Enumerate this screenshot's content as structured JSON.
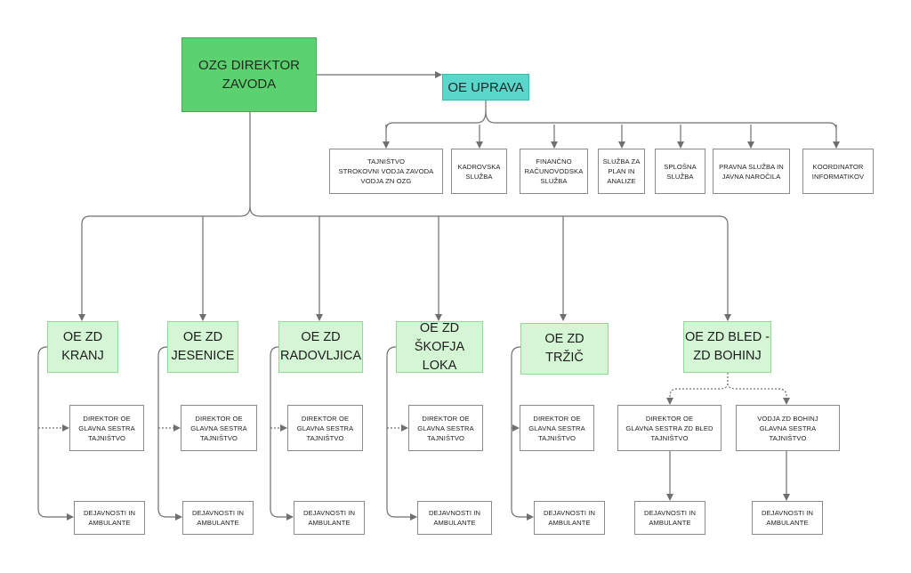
{
  "director": {
    "label": "OZG DIREKTOR\nZAVODA",
    "color": "#5cd16f"
  },
  "uprava": {
    "label": "OE UPRAVA",
    "color": "#5ad6cb"
  },
  "services": [
    {
      "label": "TAJNIŠTVO\nSTROKOVNI VODJA ZAVODA\nVODJA ZN OZG"
    },
    {
      "label": "KADROVSKA\nSLUŽBA"
    },
    {
      "label": "FINANČNO\nRAČUNOVODSKA\nSLUŽBA"
    },
    {
      "label": "SLUŽBA ZA\nPLAN IN\nANALIZE"
    },
    {
      "label": "SPLOŠNA\nSLUŽBA"
    },
    {
      "label": "PRAVNA SLUŽBA IN\nJAVNA NAROČILA"
    },
    {
      "label": "KOORDINATOR\nINFORMATIKOV"
    }
  ],
  "units": [
    {
      "label": "OE ZD\nKRANJ",
      "management": "DIREKTOR OE\nGLAVNA SESTRA\nTAJNIŠTVO",
      "activities": "DEJAVNOSTI IN\nAMBULANTE"
    },
    {
      "label": "OE ZD\nJESENICE",
      "management": "DIREKTOR OE\nGLAVNA SESTRA\nTAJNIŠTVO",
      "activities": "DEJAVNOSTI IN\nAMBULANTE"
    },
    {
      "label": "OE ZD\nRADOVLJICA",
      "management": "DIREKTOR OE\nGLAVNA SESTRA\nTAJNIŠTVO",
      "activities": "DEJAVNOSTI IN\nAMBULANTE"
    },
    {
      "label": "OE ZD\nŠKOFJA LOKA",
      "management": "DIREKTOR OE\nGLAVNA SESTRA\nTAJNIŠTVO",
      "activities": "DEJAVNOSTI IN\nAMBULANTE"
    },
    {
      "label": "OE ZD\nTRŽIČ",
      "management": "DIREKTOR OE\nGLAVNA SESTRA\nTAJNIŠTVO",
      "activities": "DEJAVNOSTI IN\nAMBULANTE"
    },
    {
      "label": "OE ZD BLED -\nZD BOHINJ"
    }
  ],
  "bled_branches": [
    {
      "management": "DIREKTOR OE\nGLAVNA SESTRA ZD BLED\nTAJNIŠTVO",
      "activities": "DEJAVNOSTI IN\nAMBULANTE"
    },
    {
      "management": "VODJA ZD BOHINJ\nGLAVNA SESTRA\nTAJNIŠTVO",
      "activities": "DEJAVNOSTI IN\nAMBULANTE"
    }
  ],
  "colors": {
    "unit_fill": "#d5f6d5",
    "connector": "#6f6f6f"
  }
}
